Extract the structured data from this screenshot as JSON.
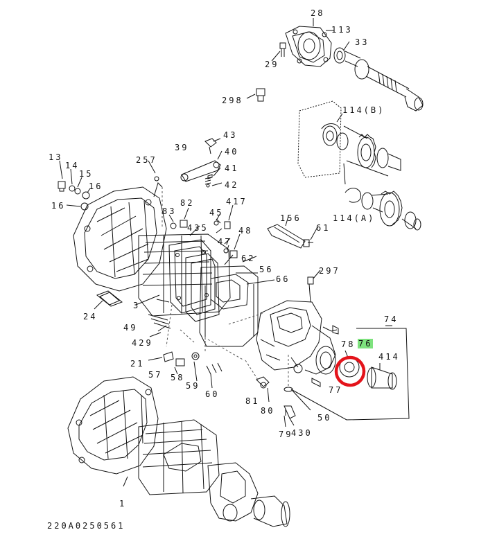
{
  "diagram": {
    "drawing_code": "220A0250561",
    "highlight_color": "#e4141b",
    "highlight_label_bg": "#7ee27e",
    "selected_part": "76",
    "parts": [
      {
        "id": "p28",
        "label": "28"
      },
      {
        "id": "p113",
        "label": "113"
      },
      {
        "id": "p33",
        "label": "33"
      },
      {
        "id": "p29",
        "label": "29"
      },
      {
        "id": "p298",
        "label": "298"
      },
      {
        "id": "p114b",
        "label": "114(B)"
      },
      {
        "id": "p43",
        "label": "43"
      },
      {
        "id": "p39",
        "label": "39"
      },
      {
        "id": "p40",
        "label": "40"
      },
      {
        "id": "p41",
        "label": "41"
      },
      {
        "id": "p42",
        "label": "42"
      },
      {
        "id": "p13",
        "label": "13"
      },
      {
        "id": "p14",
        "label": "14"
      },
      {
        "id": "p15",
        "label": "15"
      },
      {
        "id": "p16a",
        "label": "16"
      },
      {
        "id": "p16b",
        "label": "16"
      },
      {
        "id": "p257",
        "label": "257"
      },
      {
        "id": "p83",
        "label": "83"
      },
      {
        "id": "p82",
        "label": "82"
      },
      {
        "id": "p45",
        "label": "45"
      },
      {
        "id": "p417",
        "label": "417"
      },
      {
        "id": "p435",
        "label": "435"
      },
      {
        "id": "p48",
        "label": "48"
      },
      {
        "id": "p47",
        "label": "47"
      },
      {
        "id": "p114a",
        "label": "114(A)"
      },
      {
        "id": "p156",
        "label": "156"
      },
      {
        "id": "p61",
        "label": "61"
      },
      {
        "id": "p62",
        "label": "62"
      },
      {
        "id": "p56",
        "label": "56"
      },
      {
        "id": "p297",
        "label": "297"
      },
      {
        "id": "p66",
        "label": "66"
      },
      {
        "id": "p3",
        "label": "3"
      },
      {
        "id": "p24",
        "label": "24"
      },
      {
        "id": "p49",
        "label": "49"
      },
      {
        "id": "p429",
        "label": "429"
      },
      {
        "id": "p74",
        "label": "74"
      },
      {
        "id": "p78",
        "label": "78"
      },
      {
        "id": "p76",
        "label": "76"
      },
      {
        "id": "p414",
        "label": "414"
      },
      {
        "id": "p21",
        "label": "21"
      },
      {
        "id": "p57",
        "label": "57"
      },
      {
        "id": "p58",
        "label": "58"
      },
      {
        "id": "p59",
        "label": "59"
      },
      {
        "id": "p60",
        "label": "60"
      },
      {
        "id": "p77",
        "label": "77"
      },
      {
        "id": "p81",
        "label": "81"
      },
      {
        "id": "p80",
        "label": "80"
      },
      {
        "id": "p50",
        "label": "50"
      },
      {
        "id": "p79",
        "label": "79"
      },
      {
        "id": "p430",
        "label": "430"
      },
      {
        "id": "p1",
        "label": "1"
      }
    ]
  }
}
